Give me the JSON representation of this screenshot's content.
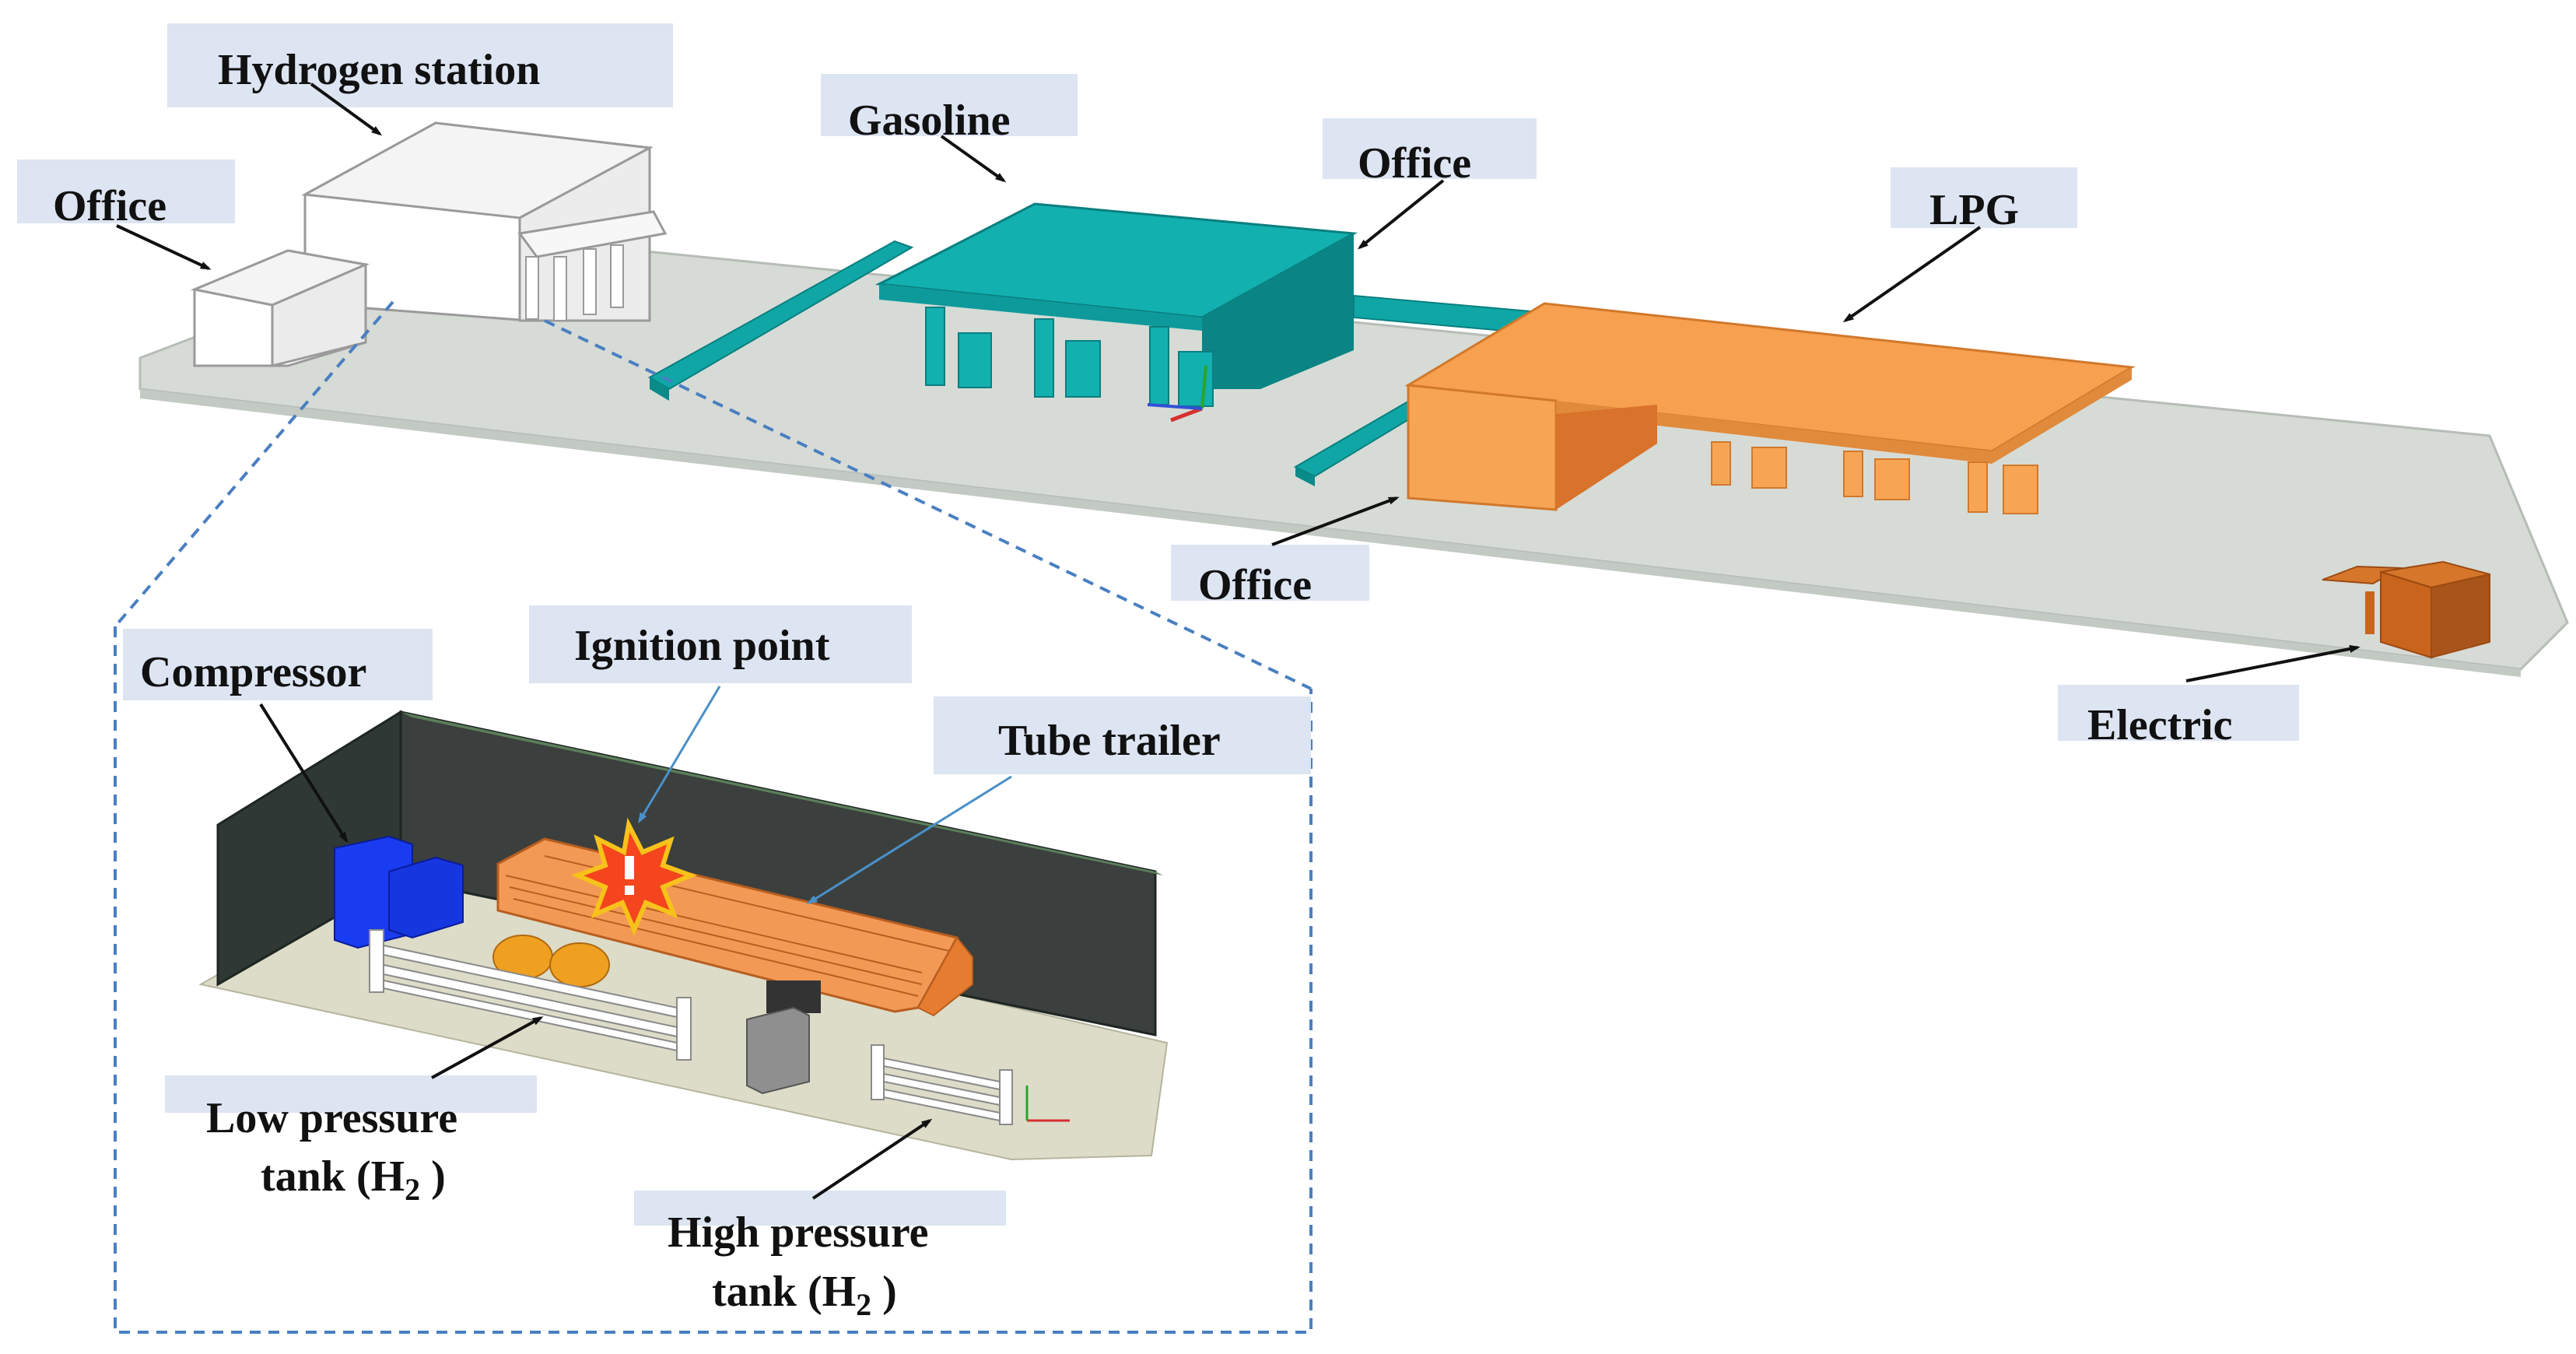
{
  "labels": {
    "hydrogen_station": "Hydrogen station",
    "office_left": "Office",
    "gasoline": "Gasoline",
    "office_center": "Office",
    "lpg": "LPG",
    "office_lower": "Office",
    "electric": "Electric",
    "compressor": "Compressor",
    "ignition_point": "Ignition point",
    "tube_trailer": "Tube trailer",
    "low_pressure_line1": "Low pressure",
    "low_pressure_line2": "tank (H",
    "high_pressure_line1": "High pressure",
    "high_pressure_line2": "tank (H",
    "subscript_2": "2",
    "close_paren": " )"
  },
  "colors": {
    "ground": "#d6dbd6",
    "gasoline_canopy": "#10a6a6",
    "lpg_canopy": "#f7a04f",
    "electric": "#c9641c",
    "hydrogen_station": "#ffffff",
    "compressor": "#1636e0",
    "tube_trailer": "#f29a55",
    "walls": "#3a3e3c",
    "label_box": "#dde4f2",
    "dashed_outline": "#4a7fc1"
  },
  "icons": {
    "ignition": "explosion-burst-icon"
  }
}
